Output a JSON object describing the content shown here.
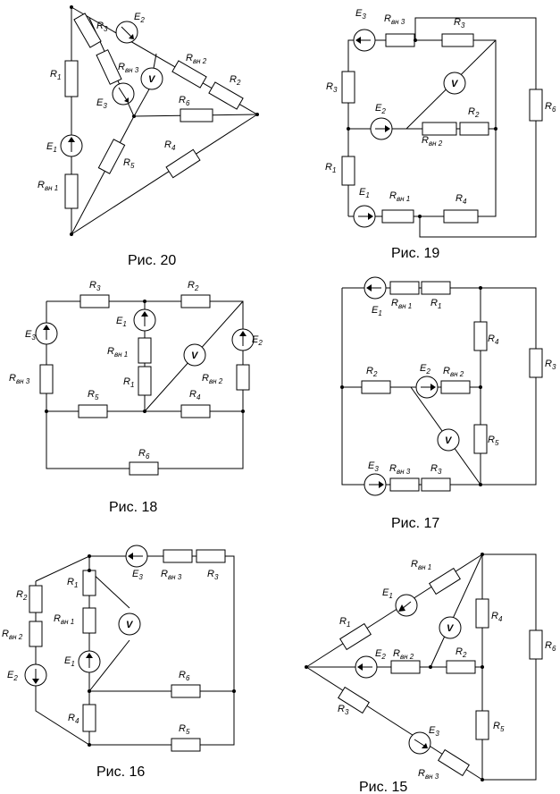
{
  "fig20": {
    "caption": "Рис. 20",
    "R1": "R",
    "R1s": "1",
    "R2": "R",
    "R2s": "2",
    "R3": "R",
    "R3s": "3",
    "R4": "R",
    "R4s": "4",
    "R5": "R",
    "R5s": "5",
    "R6": "R",
    "R6s": "6",
    "E1": "E",
    "E1s": "1",
    "E2": "E",
    "E2s": "2",
    "E3": "E",
    "E3s": "3",
    "Rvn1": "R",
    "Rvn1s": "вн 1",
    "Rvn2": "R",
    "Rvn2s": "вн 2",
    "Rvn3": "R",
    "Rvn3s": "вн 3",
    "V": "V"
  },
  "fig19": {
    "caption": "Рис. 19",
    "R1": "R",
    "R1s": "1",
    "R2": "R",
    "R2s": "2",
    "R3a": "R",
    "R3as": "3",
    "R3b": "R",
    "R3bs": "3",
    "R4": "R",
    "R4s": "4",
    "R6": "R",
    "R6s": "6",
    "E1": "E",
    "E1s": "1",
    "E2": "E",
    "E2s": "2",
    "E3": "E",
    "E3s": "3",
    "Rvn1": "R",
    "Rvn1s": "вн 1",
    "Rvn2": "R",
    "Rvn2s": "вн 2",
    "Rvn3": "R",
    "Rvn3s": "вн 3",
    "V": "V"
  },
  "fig18": {
    "caption": "Рис. 18",
    "R1": "R",
    "R1s": "1",
    "R2": "R",
    "R2s": "2",
    "R3": "R",
    "R3s": "3",
    "R4": "R",
    "R4s": "4",
    "R5": "R",
    "R5s": "5",
    "R6": "R",
    "R6s": "6",
    "E1": "E",
    "E1s": "1",
    "E2": "E",
    "E2s": "2",
    "E3": "E",
    "E3s": "3",
    "Rvn1": "R",
    "Rvn1s": "вн 1",
    "Rvn2": "R",
    "Rvn2s": "вн 2",
    "Rvn3": "R",
    "Rvn3s": "вн 3",
    "V": "V"
  },
  "fig17": {
    "caption": "Рис. 17",
    "R1": "R",
    "R1s": "1",
    "R2": "R",
    "R2s": "2",
    "R3": "R",
    "R3s": "3",
    "R4": "R",
    "R4s": "4",
    "R5": "R",
    "R5s": "5",
    "R6": "R",
    "R6s": "3",
    "E1": "E",
    "E1s": "1",
    "E2": "E",
    "E2s": "2",
    "E3": "E",
    "E3s": "3",
    "Rvn1": "R",
    "Rvn1s": "вн 1",
    "Rvn2": "R",
    "Rvn2s": "вн 2",
    "Rvn3": "R",
    "Rvn3s": "вн 3",
    "V": "V"
  },
  "fig16": {
    "caption": "Рис. 16",
    "R1": "R",
    "R1s": "1",
    "R2": "R",
    "R2s": "2",
    "R3": "R",
    "R3s": "3",
    "R4": "R",
    "R4s": "4",
    "R5": "R",
    "R5s": "5",
    "R6": "R",
    "R6s": "6",
    "E1": "E",
    "E1s": "1",
    "E2": "E",
    "E2s": "2",
    "E3": "E",
    "E3s": "3",
    "Rvn1": "R",
    "Rvn1s": "вн 1",
    "Rvn2": "R",
    "Rvn2s": "вн 2",
    "Rvn3": "R",
    "Rvn3s": "вн 3",
    "V": "V"
  },
  "fig15": {
    "caption": "Рис. 15",
    "R1": "R",
    "R1s": "1",
    "R2": "R",
    "R2s": "2",
    "R3": "R",
    "R3s": "3",
    "R4": "R",
    "R4s": "4",
    "R5": "R",
    "R5s": "5",
    "R6": "R",
    "R6s": "6",
    "E1": "E",
    "E1s": "1",
    "E2": "E",
    "E2s": "2",
    "E3": "E",
    "E3s": "3",
    "Rvn1": "R",
    "Rvn1s": "вн 1",
    "Rvn2": "R",
    "Rvn2s": "вн 2",
    "Rvn3": "R",
    "Rvn3s": "вн 3",
    "V": "V"
  }
}
